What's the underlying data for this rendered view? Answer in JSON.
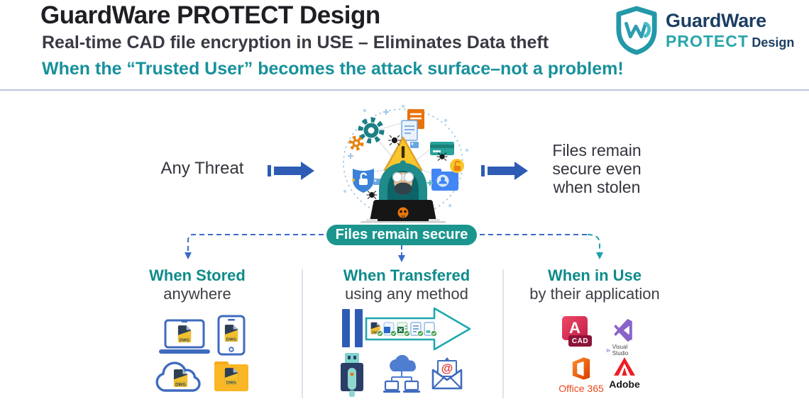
{
  "header": {
    "title": "GuardWare PROTECT Design",
    "subtitle_regular": "Real-time CAD file encryption in USE – ",
    "subtitle_bold": "Eliminates Data theft",
    "tagline": "When the “Trusted User” becomes the attack surface–not a problem!"
  },
  "logo": {
    "brand": "GuardWare",
    "product": "PROTECT",
    "edition": "Design"
  },
  "flow": {
    "left_label": "Any Threat",
    "right_lines": [
      "Files remain",
      "secure even",
      "when stolen"
    ],
    "pill_label": "Files remain secure"
  },
  "columns": [
    {
      "title": "When Stored",
      "subtitle": "anywhere",
      "icons": [
        "laptop-dwg-icon",
        "tablet-dwg-icon",
        "cloud-dwg-icon",
        "folder-dwg-icon"
      ]
    },
    {
      "title": "When Transfered",
      "subtitle": "using any method",
      "icons": [
        "transfer-arrow-files-icon",
        "usb-drive-icon",
        "cloud-network-icon",
        "email-icon"
      ]
    },
    {
      "title": "When in Use",
      "subtitle": "by their application",
      "icons": [
        "autocad-icon",
        "visual-studio-icon",
        "office-365-icon",
        "adobe-icon"
      ]
    }
  ],
  "labels": {
    "dwg": "DWG",
    "cad_letter": "A",
    "cad": "CAD",
    "visual_studio": "Visual Studio",
    "office": "Office 365",
    "adobe": "Adobe",
    "at_sign": "@"
  },
  "colors": {
    "teal_accent": "#17919B",
    "pill_teal": "#1B968E",
    "arrow_blue": "#2E5CB5",
    "icon_blue": "#3F6BBF",
    "folder_yellow": "#F6AB1E",
    "brand_navy": "#1C3E63",
    "hoodie_teal": "#1F8B8B",
    "warning_yellow": "#F9C62C",
    "text_dark": "#303039"
  }
}
